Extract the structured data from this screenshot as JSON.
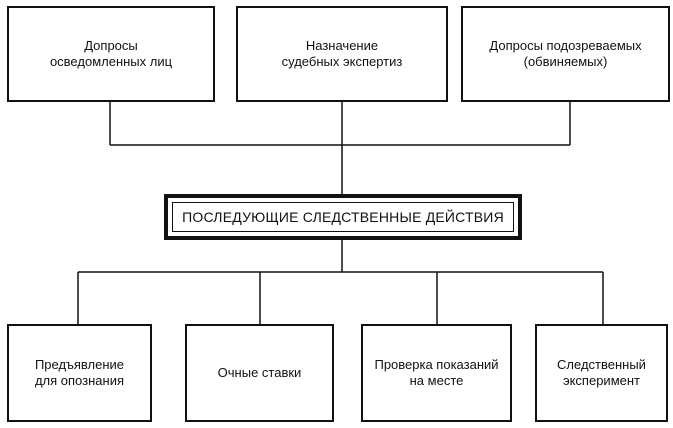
{
  "top_nodes": [
    {
      "label": "Допросы\nосведомленных лиц"
    },
    {
      "label": "Назначение\nсудебных экспертиз"
    },
    {
      "label": "Допросы подозреваемых\n(обвиняемых)"
    }
  ],
  "center_node": {
    "label": "ПОСЛЕДУЮЩИЕ СЛЕДСТВЕННЫЕ ДЕЙСТВИЯ"
  },
  "bottom_nodes": [
    {
      "label": "Предъявление\nдля опознания"
    },
    {
      "label": "Очные ставки"
    },
    {
      "label": "Проверка показаний\nна месте"
    },
    {
      "label": "Следственный\nэксперимент"
    }
  ]
}
